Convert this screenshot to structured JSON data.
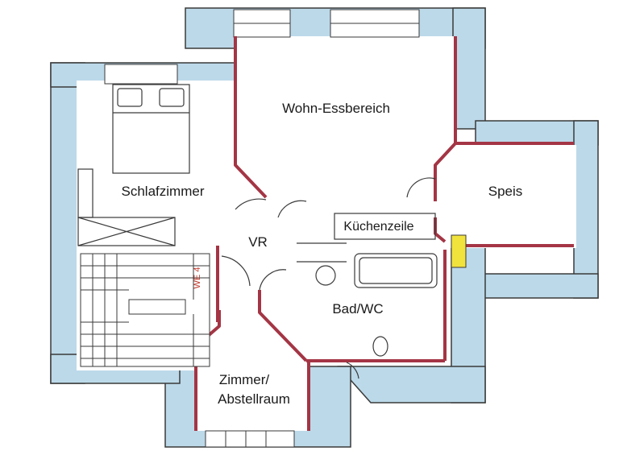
{
  "rooms": {
    "living": "Wohn-Essbereich",
    "bedroom": "Schlafzimmer",
    "pantry": "Speis",
    "hall": "VR",
    "kitchenette": "Küchenzeile",
    "bath": "Bad/WC",
    "storage_line1": "Zimmer/",
    "storage_line2": "Abstellraum"
  },
  "stair_marker": "WE 4",
  "colors": {
    "outer_wall": "#bcd9ea",
    "inner_wall": "#a33545",
    "line": "#3a3a3a",
    "floor": "#ffffff",
    "highlight": "#f2e23c"
  }
}
